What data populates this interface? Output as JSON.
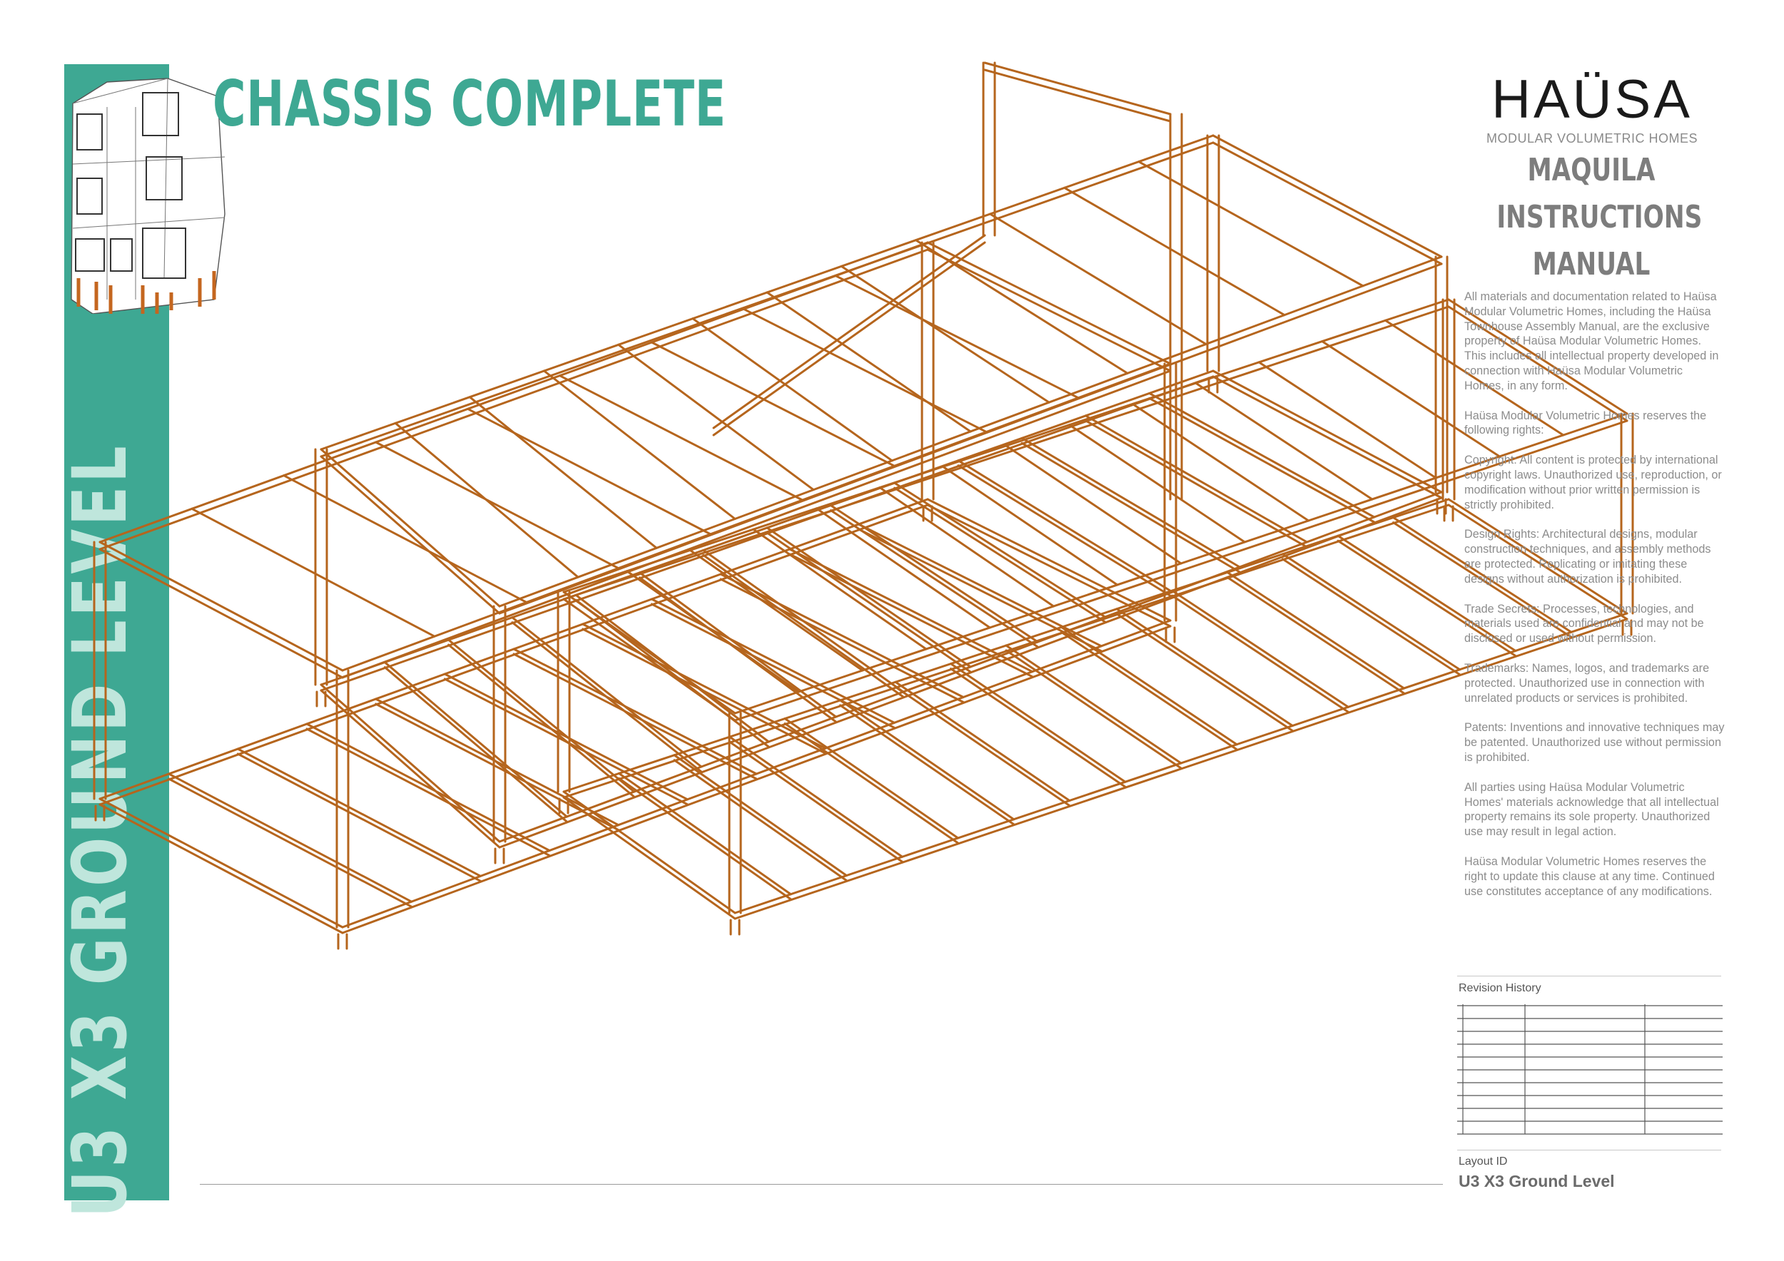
{
  "title": "CHASSIS COMPLETE",
  "vertical_title": "U3 X3 GROUND LEVEL",
  "brand": {
    "name": "HAÜSA",
    "tagline": "MODULAR VOLUMETRIC HOMES",
    "manual_lines": [
      "MAQUILA",
      "INSTRUCTIONS",
      "MANUAL"
    ]
  },
  "legal": [
    "All materials and documentation related to Haüsa Modular Volumetric Homes, including the Haüsa Townhouse Assembly Manual, are the exclusive property of Haüsa Modular Volumetric Homes. This includes all intellectual property developed in connection with Haüsa Modular Volumetric Homes, in any form.",
    "Haüsa Modular Volumetric Homes reserves the following rights:",
    "Copyright: All content is protected by international copyright laws. Unauthorized use, reproduction, or modification without prior written permission is strictly prohibited.",
    "Design Rights: Architectural designs, modular construction techniques, and assembly methods are protected. Replicating or imitating these designs without authorization is prohibited.",
    "Trade Secrets: Processes, technologies, and materials used are confidential and may not be disclosed or used without permission.",
    "Trademarks: Names, logos, and trademarks are protected. Unauthorized use in connection with unrelated products or services is prohibited.",
    "Patents: Inventions and innovative techniques may be patented. Unauthorized use without permission is prohibited.",
    "All parties using Haüsa Modular Volumetric Homes' materials acknowledge that all intellectual property remains its sole property. Unauthorized use may result in legal action.",
    "Haüsa Modular Volumetric Homes reserves the right to update this clause at any time. Continued use constitutes acceptance of any modifications."
  ],
  "revision_history_label": "Revision History",
  "layout_id_label": "Layout ID",
  "layout_id": "U3 X3 Ground Level",
  "colors": {
    "accent": "#3ea893",
    "accent_light": "#bfe6dc",
    "frame_stroke": "#b5651d"
  }
}
